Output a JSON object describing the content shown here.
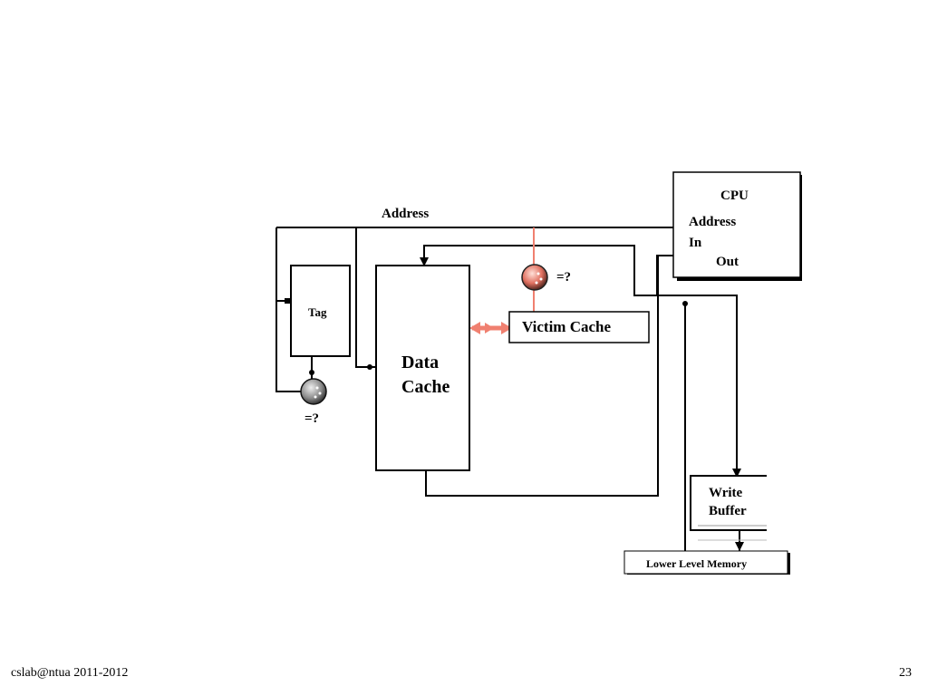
{
  "diagram": {
    "address_label": "Address",
    "tag_label": "Tag",
    "data_cache_line1": "Data",
    "data_cache_line2": "Cache",
    "victim_cache_label": "Victim Cache",
    "compare_label_victim": "=?",
    "compare_label_tag": "=?",
    "cpu": {
      "title": "CPU",
      "address": "Address",
      "in": "In",
      "out": "Out"
    },
    "write_buffer_line1": "Write",
    "write_buffer_line2": "Buffer",
    "lower_level_memory": "Lower Level Memory",
    "highlight_color": "#f08070"
  },
  "footer": {
    "left": "cslab@ntua 2011-2012",
    "page_number": "23"
  }
}
